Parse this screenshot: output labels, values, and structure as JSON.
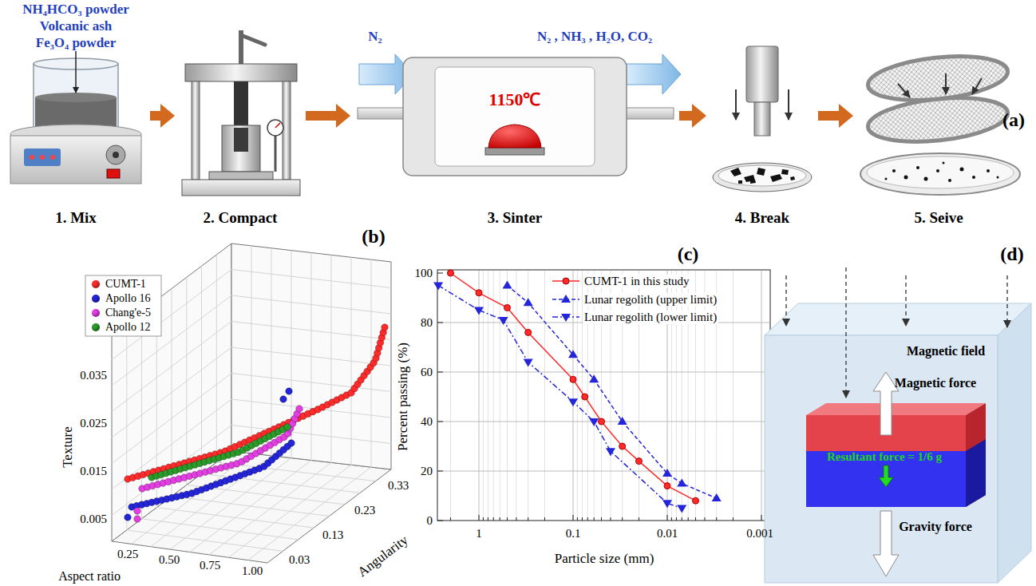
{
  "diagram": {
    "nodes": [
      {
        "text": [
          "1. Mix"
        ]
      },
      {
        "text": [
          "2. Compact"
        ]
      },
      {
        "text": [
          "3. Sinter"
        ]
      },
      {
        "text": [
          "4. Break"
        ]
      },
      {
        "text": [
          "5. Seive"
        ]
      }
    ],
    "edges": [
      {
        "from": 0,
        "to": 1,
        "arrow": "to"
      },
      {
        "from": 1,
        "to": 2,
        "arrow": "to"
      },
      {
        "from": 2,
        "to": 3,
        "arrow": "to"
      },
      {
        "from": 3,
        "to": 4,
        "arrow": "to"
      }
    ],
    "labels": [
      "(a)",
      "NH₄HCO₃ powder",
      "Volcanic ash",
      "Fe₃O₄ powder",
      "N₂",
      "N₂ , NH₃ , H₂O, CO₂",
      "1150℃",
      "(b)",
      "Texture",
      "0.035",
      "0.025",
      "0.015",
      "0.005",
      "Aspect ratio",
      "0.25",
      "0.50",
      "0.75",
      "1.00",
      "Angularity",
      "0.03",
      "0.13",
      "0.23",
      "0.33",
      "(c)",
      "Percent passing (%)",
      "100",
      "80",
      "60",
      "40",
      "20",
      "0",
      "Particle size (mm)",
      "1",
      "0.1",
      "0.01",
      "0.001",
      "(d)",
      "Magnetic field",
      "Magnetic force",
      "Resultant force = 1/6 g",
      "Gravity force"
    ],
    "legend": [
      {
        "text": "CUMT-1",
        "color": "#ff2a2a"
      },
      {
        "text": "Apollo 16",
        "color": "#2424d8"
      },
      {
        "text": "Chang'e-5",
        "color": "#e23ee2"
      },
      {
        "text": "Apollo 12",
        "color": "#2a9a2a"
      },
      {
        "text": "CUMT-1 in this study"
      },
      {
        "text": "Lunar regolith (upper limit)"
      },
      {
        "text": "Lunar regolith (lower limit)"
      }
    ]
  }
}
